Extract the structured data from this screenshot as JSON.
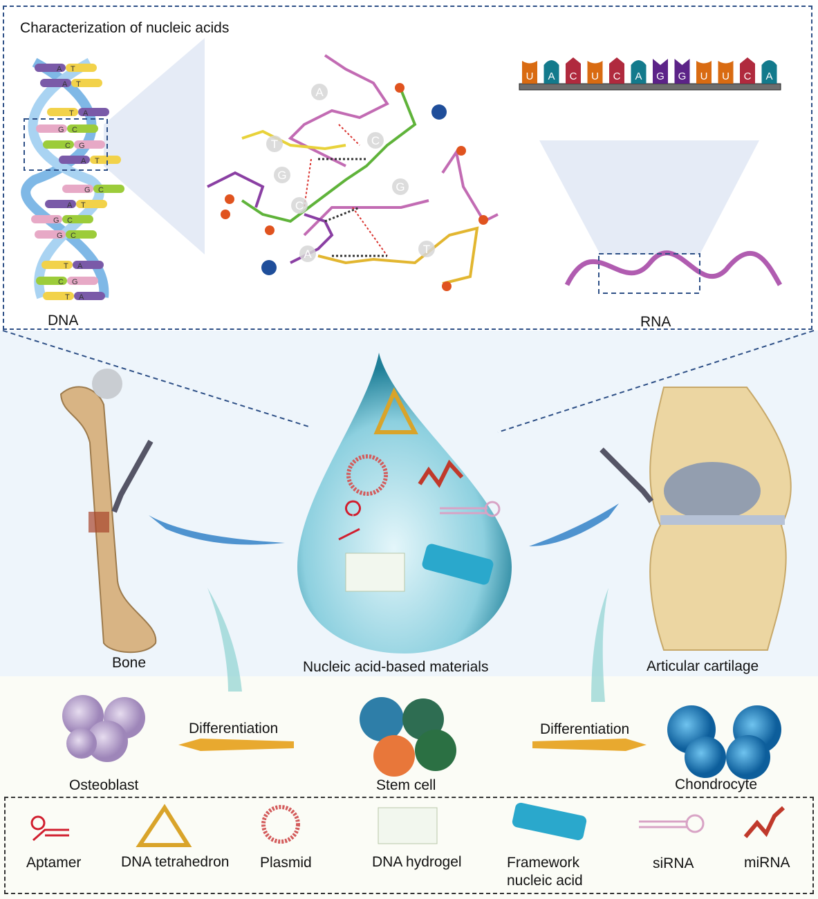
{
  "top_panel": {
    "title": "Characterization of nucleic acids",
    "dna_label": "DNA",
    "rna_label": "RNA",
    "dna_pairs": [
      [
        "A",
        "T"
      ],
      [
        "A",
        "T"
      ],
      [
        "T",
        "A"
      ],
      [
        "G",
        "C"
      ],
      [
        "C",
        "G"
      ],
      [
        "A",
        "T"
      ],
      [
        "G",
        "C"
      ],
      [
        "A",
        "T"
      ],
      [
        "G",
        "C"
      ],
      [
        "G",
        "C"
      ],
      [
        "T",
        "A"
      ],
      [
        "C",
        "G"
      ],
      [
        "T",
        "A"
      ]
    ],
    "molecule_bases": [
      "A",
      "T",
      "G",
      "C",
      "G",
      "C",
      "A",
      "T"
    ],
    "rna_sequence": [
      "U",
      "A",
      "C",
      "U",
      "C",
      "A",
      "G",
      "G",
      "U",
      "U",
      "C",
      "A"
    ],
    "base_colors": {
      "U": "#d96b12",
      "A": "#137a8c",
      "C": "#b02a3e",
      "G": "#5c2388",
      "T": "#f2d24a"
    }
  },
  "middle_panel": {
    "bone_label": "Bone",
    "center_label": "Nucleic acid-based materials",
    "cartilage_label": "Articular cartilage"
  },
  "lower_panel": {
    "osteoblast_label": "Osteoblast",
    "stem_cell_label": "Stem cell",
    "chondrocyte_label": "Chondrocyte",
    "diff_left": "Differentiation",
    "diff_right": "Differentiation"
  },
  "legend": {
    "items": [
      "Aptamer",
      "DNA tetrahedron",
      "Plasmid",
      "DNA hydrogel",
      "Framework nucleic acid",
      "siRNA",
      "miRNA"
    ]
  }
}
